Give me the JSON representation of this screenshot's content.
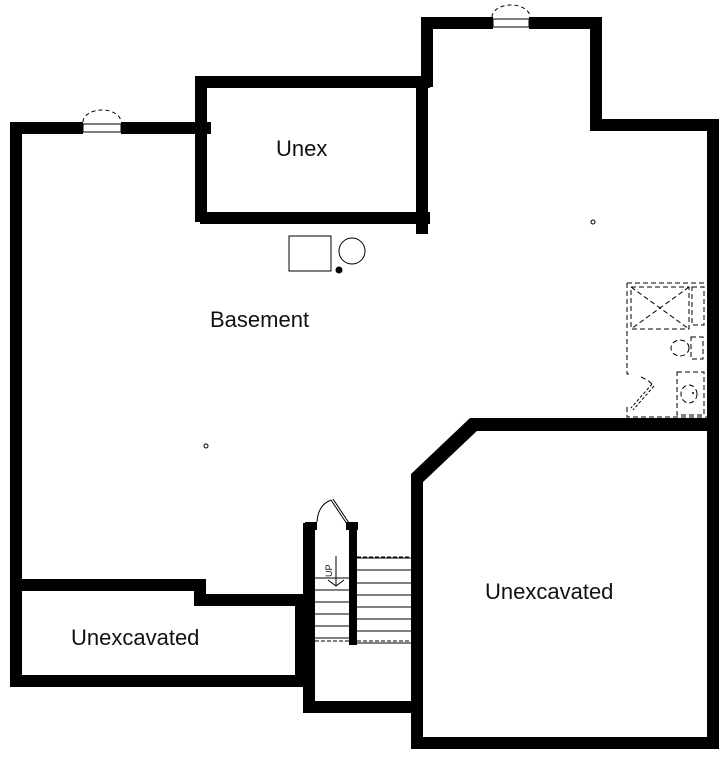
{
  "plan": {
    "type": "basement floor plan",
    "rooms": [
      {
        "id": "basement",
        "label": "Basement"
      },
      {
        "id": "unex-top",
        "label": "Unex"
      },
      {
        "id": "unexcavated-right",
        "label": "Unexcavated"
      },
      {
        "id": "unexcavated-left",
        "label": "Unexcavated"
      }
    ],
    "stairs": {
      "label": "UP"
    },
    "fixtures": [
      "furnace",
      "water-heater",
      "floor-drain",
      "shower",
      "toilet",
      "sink",
      "windows"
    ]
  }
}
